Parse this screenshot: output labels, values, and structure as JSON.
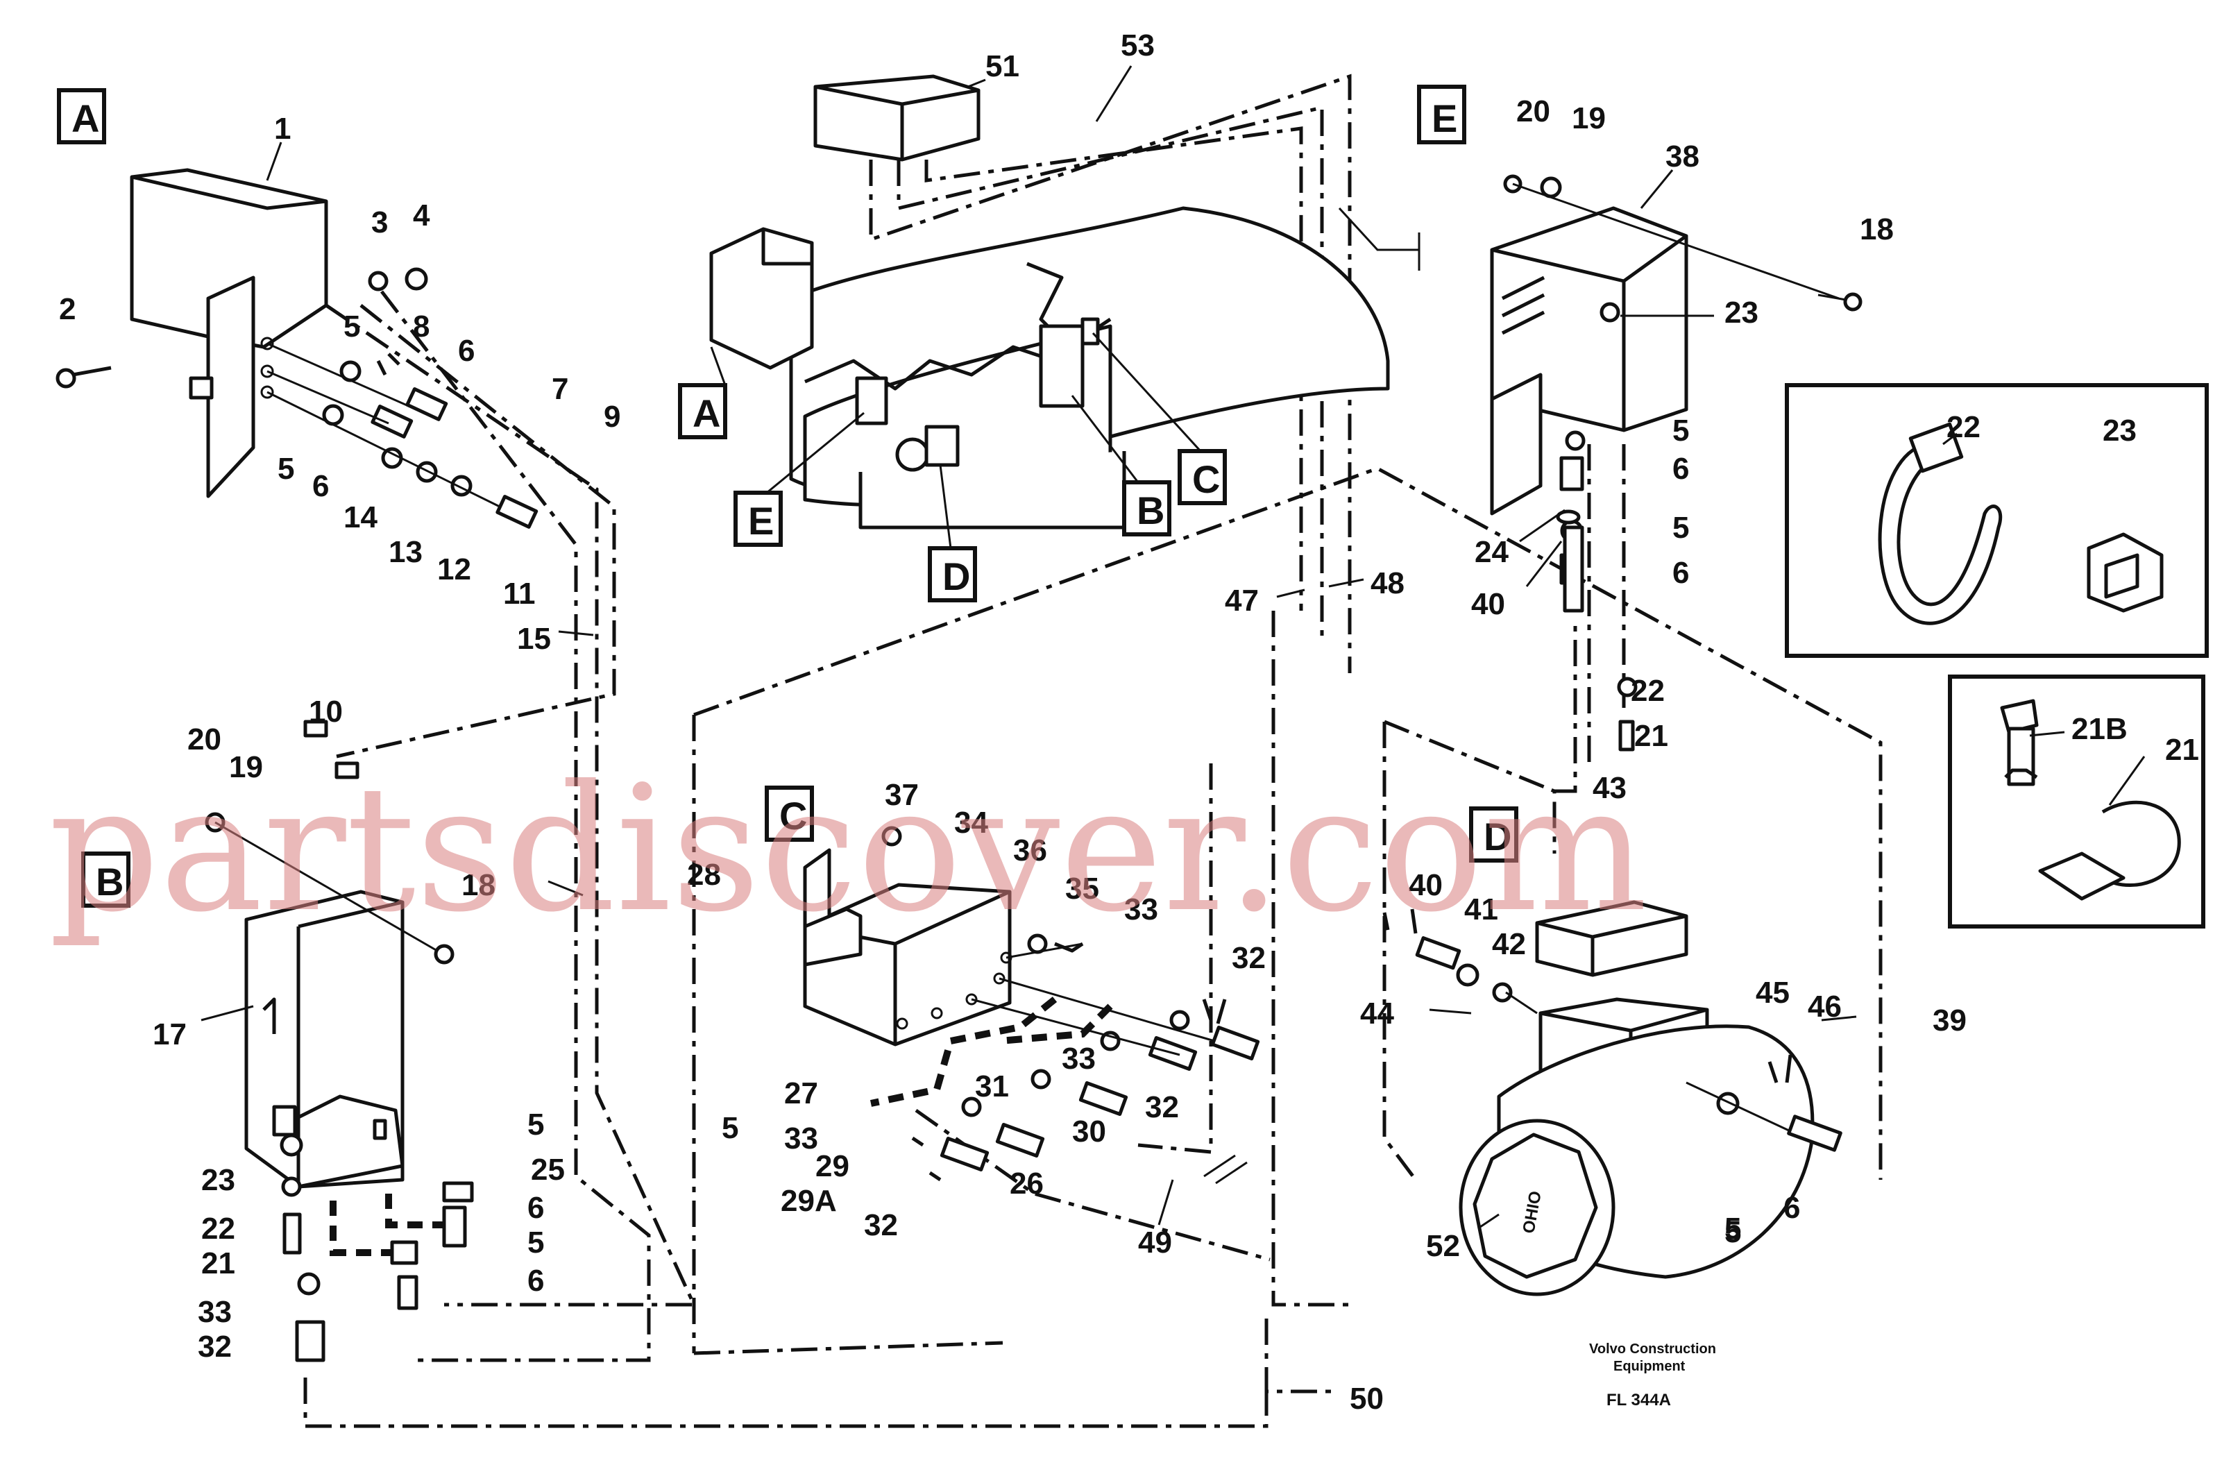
{
  "section_letters": [
    "A",
    "B",
    "C",
    "D",
    "E"
  ],
  "part_numbers": [
    "1",
    "2",
    "3",
    "4",
    "5",
    "6",
    "7",
    "8",
    "9",
    "10",
    "11",
    "12",
    "13",
    "14",
    "15",
    "17",
    "18",
    "19",
    "20",
    "21",
    "21B",
    "22",
    "23",
    "24",
    "25",
    "26",
    "27",
    "28",
    "29",
    "29A",
    "30",
    "31",
    "32",
    "33",
    "34",
    "35",
    "36",
    "37",
    "38",
    "39",
    "40",
    "41",
    "42",
    "43",
    "44",
    "45",
    "46",
    "47",
    "48",
    "49",
    "50",
    "51",
    "52",
    "53"
  ],
  "caption": {
    "manufacturer_line1": "Volvo Construction",
    "manufacturer_line2": "Equipment",
    "drawing_code": "FL 344A"
  },
  "motor_label": "OHIO",
  "watermark": "partsdiscover.com"
}
